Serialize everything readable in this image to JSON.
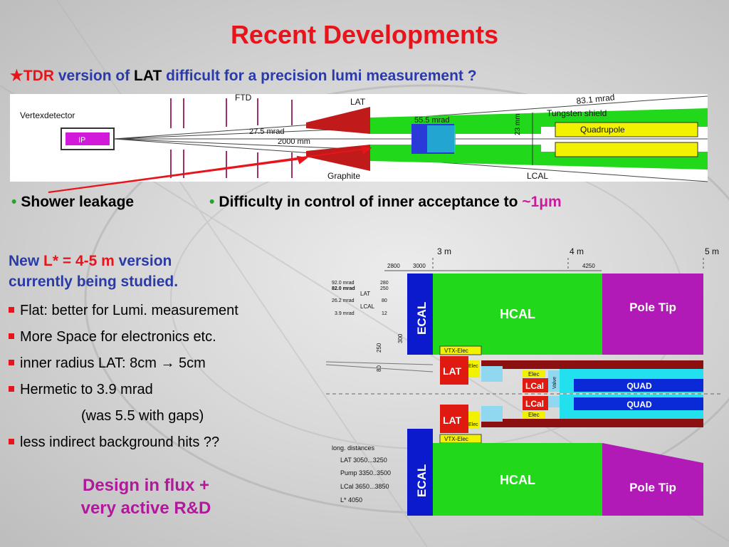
{
  "title": "Recent Developments",
  "subtitle": {
    "star": "★",
    "tdr": "TDR",
    "part1": " version of ",
    "lat": "LAT",
    "part2": " difficult for a precision lumi measurement ?"
  },
  "top_diagram": {
    "labels": {
      "vertex": "Vertexdetector",
      "ftd": "FTD",
      "lat": "LAT",
      "mrad_83": "83.1 mrad",
      "mrad_27": "27.5 mrad",
      "mrad_55": "55.5 mrad",
      "dist": "2000 mm",
      "ip": "IP",
      "graphite": "Graphite",
      "lcal": "LCAL",
      "tungsten": "Tungsten shield",
      "quad": "Quadrupole",
      "dim": "23 mm"
    }
  },
  "bullets_top": {
    "shower": "Shower leakage",
    "difficulty": "Difficulty in control of inner acceptance to ",
    "difficulty_value": "~1μm"
  },
  "new_version": {
    "new": "New ",
    "lstar": "L* = 4-5 m",
    "version": " version",
    "line2": "currently being studied."
  },
  "list_items": [
    "Flat: better for Lumi. measurement",
    "More Space for electronics etc.",
    "inner radius LAT: 8cm → 5cm",
    "Hermetic to 3.9 mrad",
    "(was 5.5 with gaps)",
    "less indirect background hits ??"
  ],
  "design": {
    "line1": "Design in flux +",
    "line2": "very active R&D"
  },
  "right_diagram": {
    "scale": {
      "m3": "3 m",
      "m4": "4 m",
      "m5": "5 m"
    },
    "dims": {
      "d2800": "2800",
      "d3000": "3000",
      "d4250": "4250",
      "d250": "250",
      "d300": "300",
      "d80": "80"
    },
    "mrad_table": [
      {
        "angle": "92.0 mrad",
        "value": "280"
      },
      {
        "angle": "82.0 mrad",
        "value": "250"
      },
      {
        "angle": "26.2 mrad",
        "value": "80"
      },
      {
        "angle": "3.9 mrad",
        "value": "12"
      }
    ],
    "mrad_labels": {
      "lat": "LAT",
      "lcal": "LCAL"
    },
    "ecal": "ECAL",
    "hcal": "HCAL",
    "pole_tip": "Pole Tip",
    "vtx": "VTX-Elec",
    "lat": "LAT",
    "elec": "Elec",
    "lcal": "LCal",
    "valve": "Valve",
    "quad": "QUAD",
    "distances": {
      "heading": "long. distances",
      "rows": [
        "LAT    3050...3250",
        "Pump 3350..3500",
        "LCal   3650...3850",
        "L*       4050"
      ]
    },
    "colors": {
      "ecal": "#0a1acc",
      "hcal": "#22d81a",
      "pole_tip": "#b21ab8",
      "lat": "#e01a10",
      "elec": "#f2f200",
      "quad": "#0a2ad8",
      "cyan": "#22e0ee",
      "dark_red": "#8c1010"
    }
  }
}
